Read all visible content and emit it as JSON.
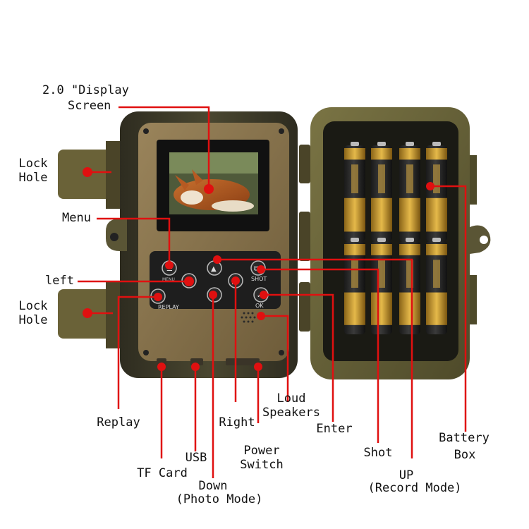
{
  "labels": {
    "display_screen": [
      "2.0 \"Display",
      "Screen"
    ],
    "lock_hole_top": [
      "Lock",
      "Hole"
    ],
    "menu": "Menu",
    "left": "left",
    "lock_hole_bottom": [
      "Lock",
      "Hole"
    ],
    "replay": "Replay",
    "usb": "USB",
    "tf_card": "TF Card",
    "down": [
      "Down",
      "(Photo Mode)"
    ],
    "right": "Right",
    "power_switch": [
      "Power",
      "Switch"
    ],
    "loud_speakers": [
      "Loud",
      "Speakers"
    ],
    "enter": "Enter",
    "shot": "Shot",
    "up": [
      "UP",
      "(Record Mode)"
    ],
    "battery_box": [
      "Battery",
      "Box"
    ]
  },
  "device_text": {
    "replay_key": "REPLAY",
    "shot_key": "SHOT",
    "ok_key": "OK",
    "menu_key": "MENU"
  },
  "colors": {
    "casing_dark": "#3a3a2a",
    "casing_olive": "#6b6a3c",
    "panel": "#8a7652",
    "screen_bezel": "#111111",
    "leader_line": "#e01010",
    "battery_gold": "#c99a2e"
  }
}
